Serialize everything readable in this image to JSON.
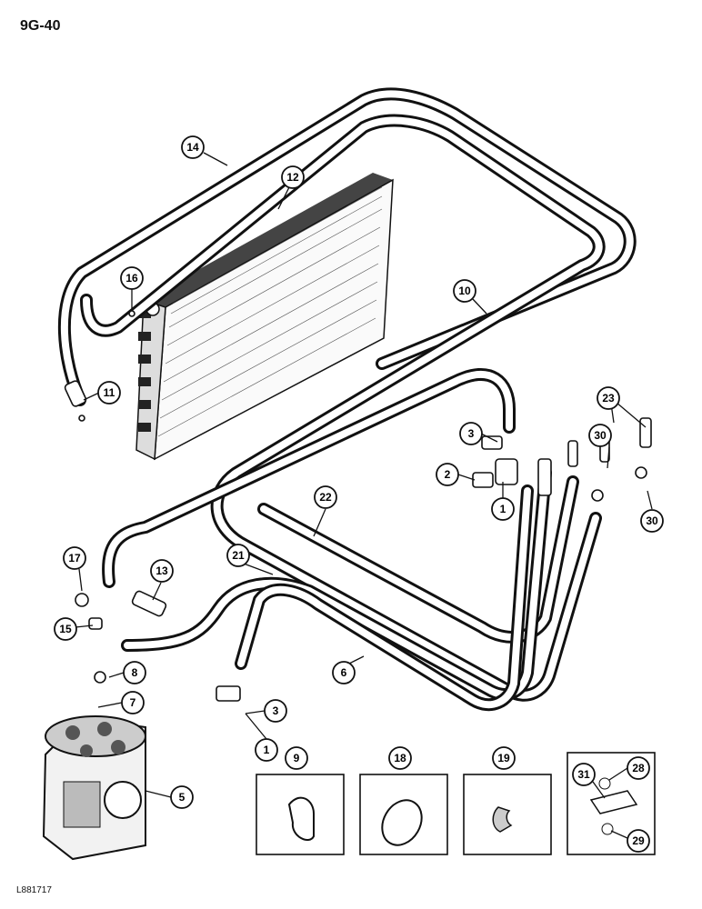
{
  "page": {
    "number": "9G-40",
    "figure_code": "L881717"
  },
  "callouts": {
    "c1a": "1",
    "c1b": "1",
    "c2": "2",
    "c3a": "3",
    "c3b": "3",
    "c5": "5",
    "c6": "6",
    "c7": "7",
    "c8": "8",
    "c10": "10",
    "c11": "11",
    "c12": "12",
    "c13": "13",
    "c14": "14",
    "c15": "15",
    "c16": "16",
    "c17": "17",
    "c21": "21",
    "c22": "22",
    "c23": "23",
    "c30a": "30",
    "c30b": "30",
    "c28": "28",
    "c29": "29",
    "c31": "31"
  },
  "detail_boxes": {
    "b9": "9",
    "b18": "18",
    "b19": "19"
  }
}
